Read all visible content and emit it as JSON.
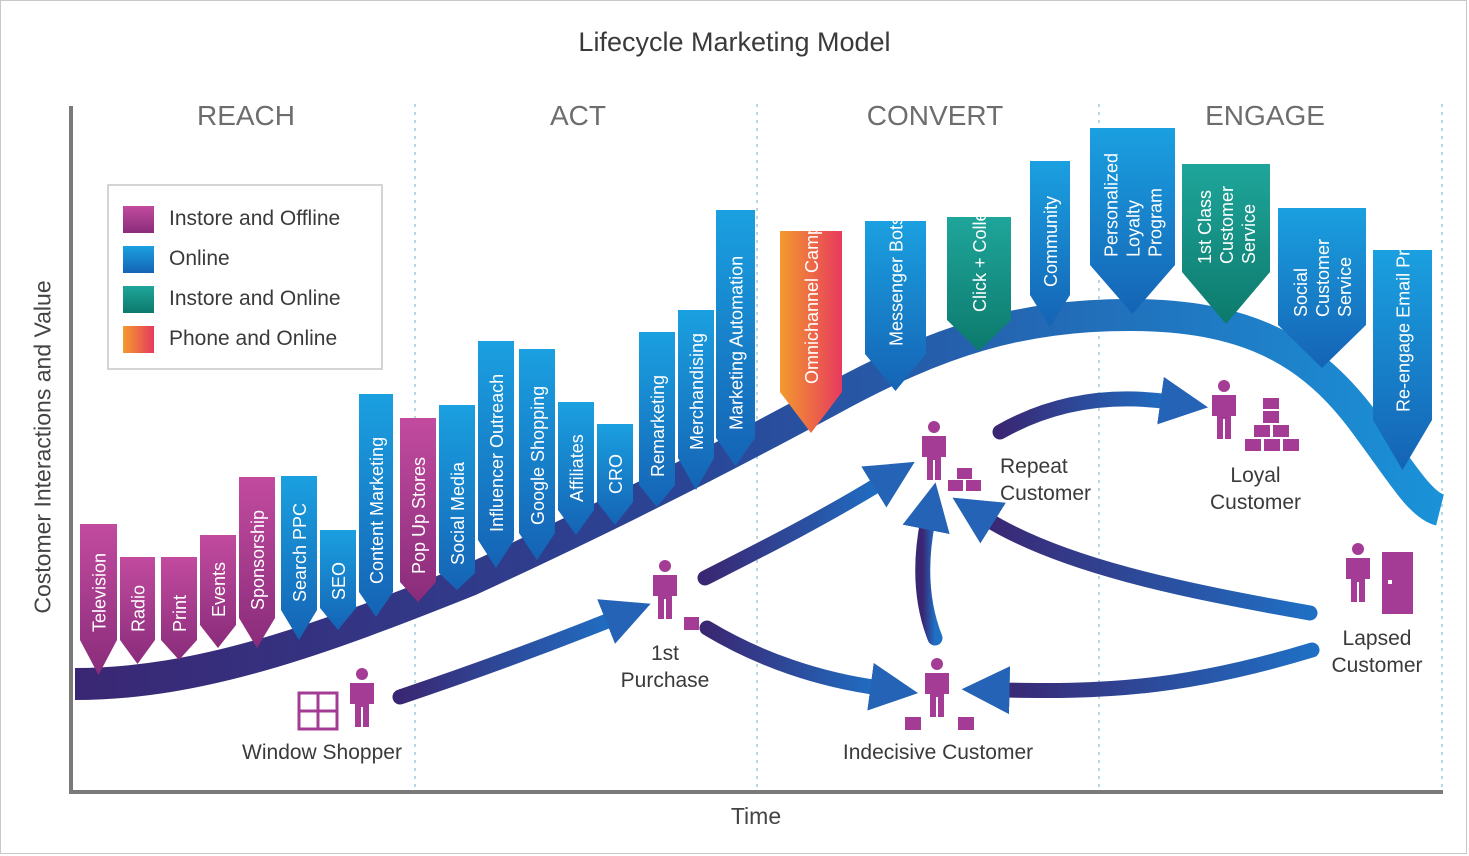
{
  "title": "Lifecycle Marketing Model",
  "y_axis_label": "Costomer Interactions and Value",
  "x_axis_label": "Time",
  "phases": [
    "REACH",
    "ACT",
    "CONVERT",
    "ENGAGE"
  ],
  "legend": [
    {
      "label": "Instore and Offline",
      "color": "purple"
    },
    {
      "label": "Online",
      "color": "blue"
    },
    {
      "label": "Instore and Online",
      "color": "teal"
    },
    {
      "label": "Phone and Online",
      "color": "orange"
    }
  ],
  "colors": {
    "purple": [
      "#c24b9e",
      "#8a2c7b"
    ],
    "blue": [
      "#1aa0e0",
      "#1563b5"
    ],
    "teal": [
      "#1fa59a",
      "#0c7a6c"
    ],
    "orange": [
      "#f39a2e",
      "#e73a5e"
    ],
    "curve_start": "#3b2a7a",
    "curve_end": "#1b8fd6",
    "persona": "#a43c96",
    "grid_line": "#b7d7e3"
  },
  "tactics": [
    {
      "label": "Television",
      "channel": "purple"
    },
    {
      "label": "Radio",
      "channel": "purple"
    },
    {
      "label": "Print",
      "channel": "purple"
    },
    {
      "label": "Events",
      "channel": "purple"
    },
    {
      "label": "Sponsorship",
      "channel": "purple"
    },
    {
      "label": "Search PPC",
      "channel": "blue"
    },
    {
      "label": "SEO",
      "channel": "blue"
    },
    {
      "label": "Content Marketing",
      "channel": "blue"
    },
    {
      "label": "Pop Up Stores",
      "channel": "purple"
    },
    {
      "label": "Social Media",
      "channel": "blue"
    },
    {
      "label": "Influencer Outreach",
      "channel": "blue"
    },
    {
      "label": "Google Shopping",
      "channel": "blue"
    },
    {
      "label": "Affiliates",
      "channel": "blue"
    },
    {
      "label": "CRO",
      "channel": "blue"
    },
    {
      "label": "Remarketing",
      "channel": "blue"
    },
    {
      "label": "Merchandising",
      "channel": "blue"
    },
    {
      "label": "Marketing Automation",
      "channel": "blue"
    },
    {
      "label": "Omnichannel Campaigns",
      "channel": "orange"
    },
    {
      "label": "Messenger Bots",
      "channel": "blue"
    },
    {
      "label": "Click + Collect",
      "channel": "teal"
    },
    {
      "label": "Community",
      "channel": "blue"
    },
    {
      "label": "Personalized Loyalty Program",
      "channel": "blue"
    },
    {
      "label": "1st Class Customer Service",
      "channel": "teal"
    },
    {
      "label": "Social Customer Service",
      "channel": "blue"
    },
    {
      "label": "Re-engage Email Program",
      "channel": "blue"
    }
  ],
  "personas": [
    {
      "id": "window-shopper",
      "label": "Window Shopper"
    },
    {
      "id": "first-purchase",
      "label": "1st Purchase"
    },
    {
      "id": "indecisive-customer",
      "label": "Indecisive Customer"
    },
    {
      "id": "repeat-customer",
      "label": "Repeat Customer"
    },
    {
      "id": "loyal-customer",
      "label": "Loyal Customer"
    },
    {
      "id": "lapsed-customer",
      "label": "Lapsed Customer"
    }
  ],
  "transitions": [
    {
      "from": "Window Shopper",
      "to": "1st Purchase"
    },
    {
      "from": "1st Purchase",
      "to": "Repeat Customer"
    },
    {
      "from": "1st Purchase",
      "to": "Indecisive Customer"
    },
    {
      "from": "Indecisive Customer",
      "to": "Repeat Customer"
    },
    {
      "from": "Repeat Customer",
      "to": "Loyal Customer"
    },
    {
      "from": "Lapsed Customer",
      "to": "Repeat Customer"
    },
    {
      "from": "Lapsed Customer",
      "to": "Indecisive Customer"
    }
  ]
}
